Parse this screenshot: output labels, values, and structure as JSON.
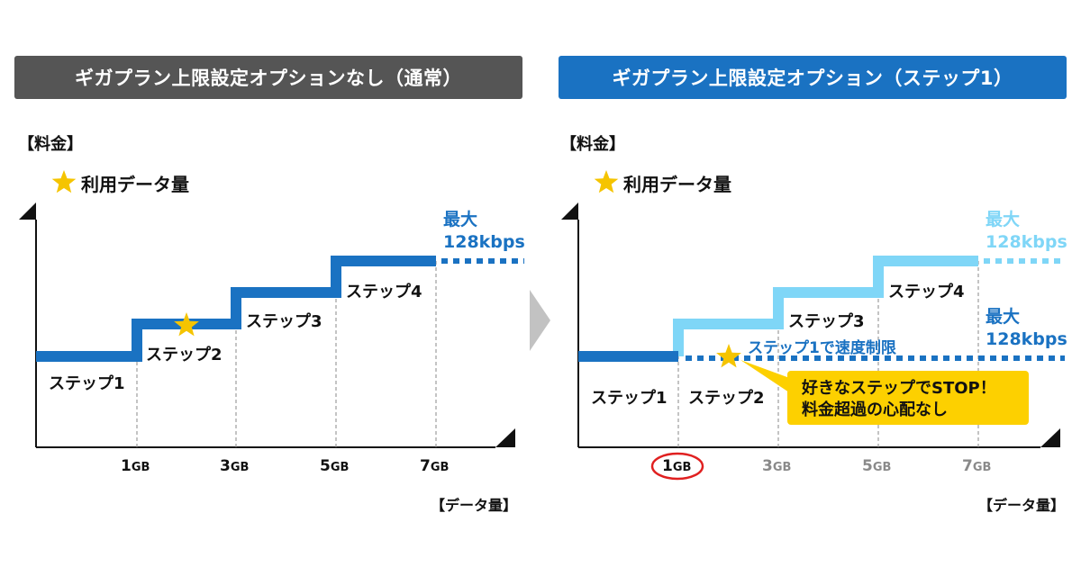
{
  "left_panel": {
    "title": "ギガプラン上限設定オプションなし（通常）",
    "y_axis_label": "【料金】",
    "legend_label": "利用データ量",
    "steps": [
      "ステップ1",
      "ステップ2",
      "ステップ3",
      "ステップ4"
    ],
    "x_ticks": [
      {
        "num": "1",
        "unit": "GB"
      },
      {
        "num": "3",
        "unit": "GB"
      },
      {
        "num": "5",
        "unit": "GB"
      },
      {
        "num": "7",
        "unit": "GB"
      }
    ],
    "max_speed": [
      "最大",
      "128kbps"
    ],
    "x_axis_label": "【データ量】"
  },
  "right_panel": {
    "title": "ギガプラン上限設定オプション（ステップ1）",
    "y_axis_label": "【料金】",
    "legend_label": "利用データ量",
    "steps": [
      "ステップ1",
      "ステップ2",
      "ステップ3",
      "ステップ4"
    ],
    "x_ticks": [
      {
        "num": "1",
        "unit": "GB"
      },
      {
        "num": "3",
        "unit": "GB"
      },
      {
        "num": "5",
        "unit": "GB"
      },
      {
        "num": "7",
        "unit": "GB"
      }
    ],
    "max_speed_light": [
      "最大",
      "128kbps"
    ],
    "max_speed_dark": [
      "最大",
      "128kbps"
    ],
    "speed_limit_note": "ステップ1で速度制限",
    "callout": [
      "好きなステップでSTOP！",
      "料金超過の心配なし"
    ],
    "x_axis_label": "【データ量】"
  },
  "colors": {
    "dark_blue": "#1a72c2",
    "light_blue": "#7fd6f7",
    "star": "#f5c400",
    "callout": "#fdd000",
    "circle": "#e02020",
    "gray_header": "#555555"
  },
  "icons": [
    "star-icon",
    "axis-arrow-icon",
    "chevron-right-icon"
  ]
}
